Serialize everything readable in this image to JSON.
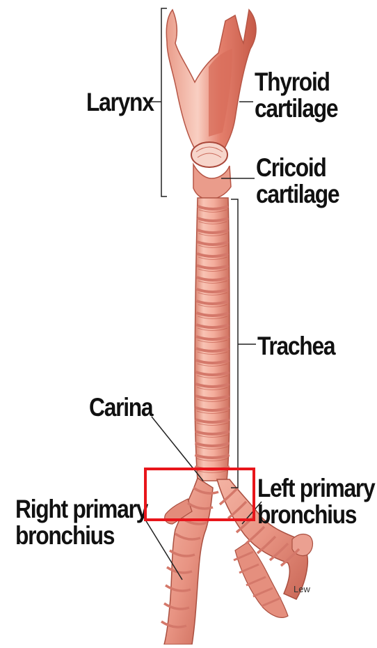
{
  "labels": {
    "larynx": "Larynx",
    "thyroid_cartilage": [
      "Thyroid",
      "cartilage"
    ],
    "cricoid_cartilage": [
      "Cricoid",
      "cartilage"
    ],
    "trachea": "Trachea",
    "carina": "Carina",
    "left_primary_bronchius": [
      "Left primary",
      "bronchius"
    ],
    "right_primary_bronchius": [
      "Right primary",
      "bronchius"
    ]
  },
  "signature": "Lew",
  "colors": {
    "tissue_light": "#f6b9aa",
    "tissue_mid": "#e98d7d",
    "tissue_dark": "#c0584a",
    "cartilage_ring": "#d4786a",
    "leader_line": "#222222",
    "highlight_box": "#e8151b"
  },
  "highlight": {
    "target": "carina",
    "color": "#e8151b"
  }
}
